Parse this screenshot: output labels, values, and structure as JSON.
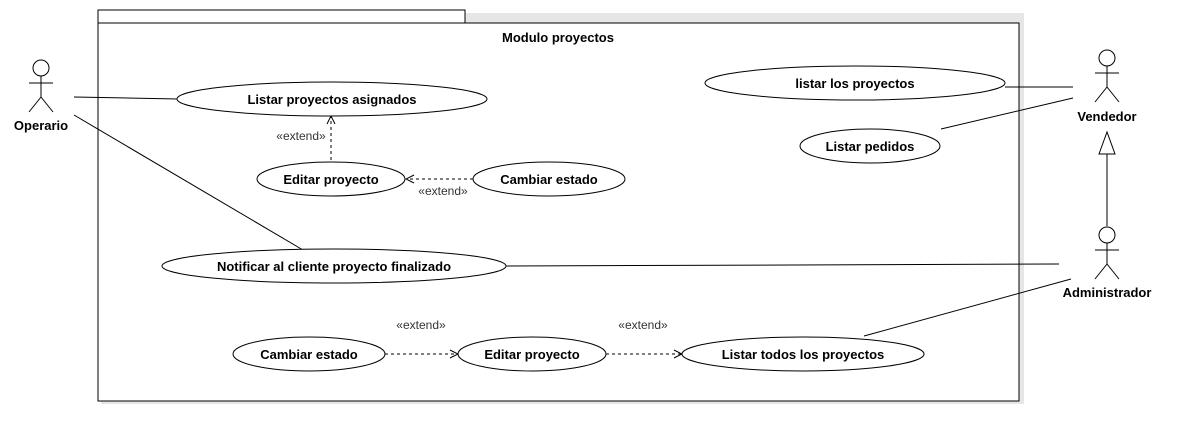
{
  "system": {
    "title": "Modulo proyectos"
  },
  "actors": {
    "operario": "Operario",
    "vendedor": "Vendedor",
    "administrador": "Administrador"
  },
  "use_cases": {
    "listar_asignados": "Listar proyectos asignados",
    "editar_proyecto_top": "Editar proyecto",
    "cambiar_estado_top": "Cambiar estado",
    "notificar": "Notificar al cliente proyecto finalizado",
    "cambiar_estado_bottom": "Cambiar estado",
    "editar_proyecto_bottom": "Editar proyecto",
    "listar_todos": "Listar todos los proyectos",
    "listar_los": "listar los proyectos",
    "listar_pedidos": "Listar pedidos"
  },
  "relations": {
    "extend_1": "«extend»",
    "extend_2": "«extend»",
    "extend_3": "«extend»",
    "extend_4": "«extend»"
  }
}
